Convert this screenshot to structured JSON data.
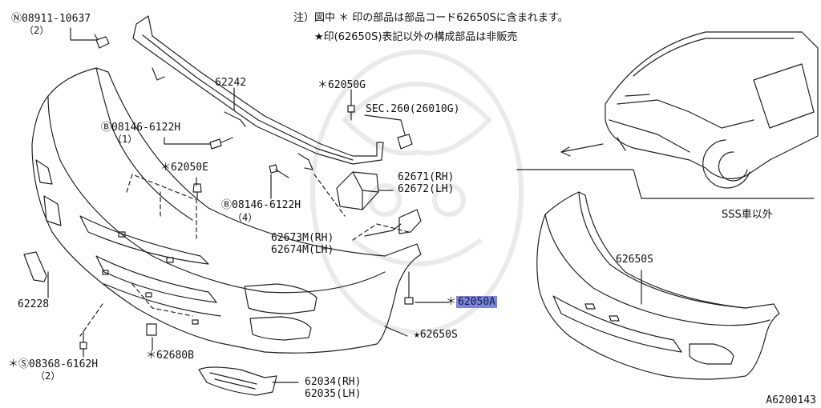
{
  "notes": {
    "line1": "注）図中 ＊ 印の部品は部品コード62650Sに含まれます。",
    "line2": "★印(62650S)表記以外の構成部品は非販売"
  },
  "inset": {
    "title": "SSS車以外",
    "part": "62650S"
  },
  "drawing_code": "A6200143",
  "callouts": {
    "nut_top": "Ⓝ08911-10637",
    "nut_top_qty": "（2）",
    "p62242": "62242",
    "p62050g": "＊62050G",
    "sec260": "SEC.260(26010G)",
    "bolt_b1": "Ⓑ08146-6122H",
    "bolt_b1_qty": "（1）",
    "p62050e": "＊62050E",
    "p62671": "62671(RH)",
    "p62672": "62672(LH)",
    "bolt_b2": "Ⓑ08146-6122H",
    "bolt_b2_qty": "（4）",
    "p62673m": "62673M(RH)",
    "p62674m": "62674M(LH)",
    "p62228": "62228",
    "p62050a_prefix": "＊",
    "p62050a": "62050A",
    "p62650s": "★62650S",
    "screw_s": "＊Ⓢ08368-6162H",
    "screw_s_qty": "（2）",
    "p62680b": "＊62680B",
    "p62034": "62034(RH)",
    "p62035": "62035(LH)"
  },
  "colors": {
    "highlight": "#7c86d6",
    "line": "#222222"
  }
}
